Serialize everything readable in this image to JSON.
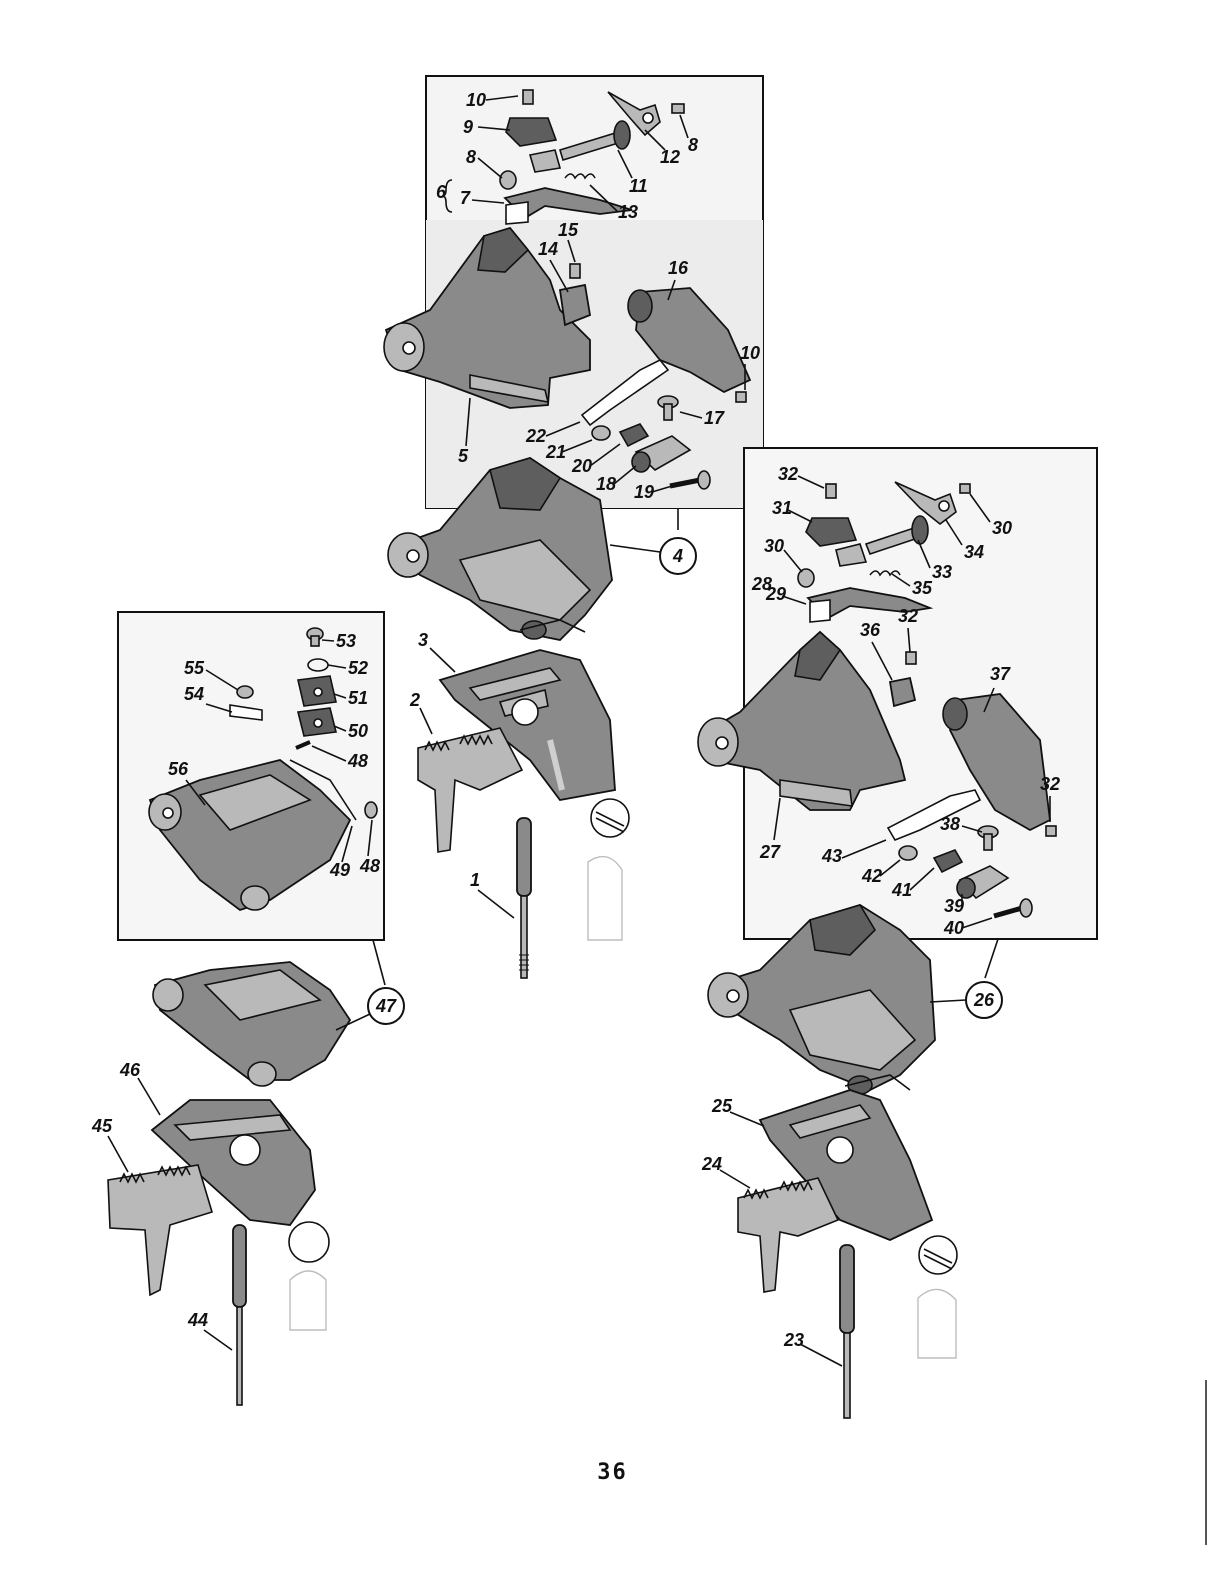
{
  "page_number": "36",
  "callouts": {
    "top_frame": [
      "10",
      "9",
      "8",
      "6",
      "7",
      "12",
      "8",
      "11",
      "13",
      "15",
      "14",
      "16",
      "10",
      "5",
      "22",
      "21",
      "20",
      "18",
      "17",
      "19"
    ],
    "top_assembly": "4",
    "left_frame": [
      "53",
      "52",
      "55",
      "51",
      "54",
      "50",
      "48",
      "56",
      "49",
      "48"
    ],
    "left_assembly": "47",
    "right_frame": [
      "32",
      "31",
      "30",
      "30",
      "28",
      "29",
      "34",
      "33",
      "35",
      "36",
      "32",
      "37",
      "27",
      "32",
      "38",
      "43",
      "42",
      "41",
      "39",
      "40"
    ],
    "right_assembly": "26",
    "center_parts": [
      "3",
      "2",
      "1"
    ],
    "left_parts": [
      "46",
      "45",
      "44"
    ],
    "right_parts": [
      "25",
      "24",
      "23"
    ]
  }
}
